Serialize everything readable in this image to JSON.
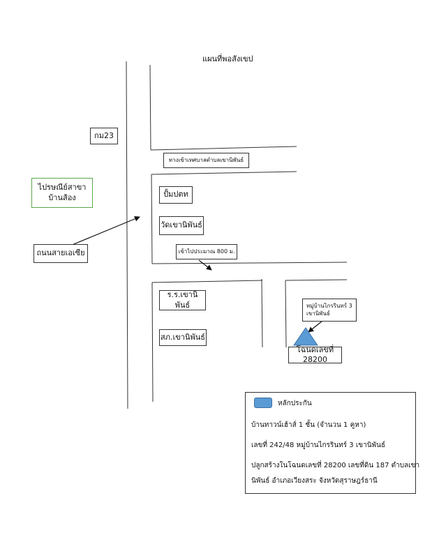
{
  "map": {
    "title": "แผนที่พอสังเขป",
    "labels": {
      "km23": "กม23",
      "post_office_line1": "ไปรษณีย์สาขา",
      "post_office_line2": "บ้านส้อง",
      "asian_highway": "ถนนสายเอเซีย",
      "municipality_entrance": "ทางเข้าเทศบาลตำบลเขานิพันธ์",
      "gas_station": "ปั้มปตท",
      "temple": "วัดเขานิพันธ์",
      "distance": "เข้าไปประมาณ 800 ม.",
      "school": "ร.ร.เขานิพันธ์",
      "health_station": "สภ.เขานิพันธ์",
      "village_line1": "หมู่บ้านไกรรินทร์ 3",
      "village_line2": "เขานิพันธ์",
      "title_deed": "โฉนดเลขที่ 28200"
    },
    "marker_color": "#5b9bd5"
  },
  "legend": {
    "collateral_label": "หลักประกัน",
    "line1": "บ้านทาวน์เฮ้าส์ 1 ชั้น (จำนวน 1 คูหา)",
    "line2": "เลขที่ 242/48 หมู่บ้านไกรรินทร์ 3 เขานิพันธ์",
    "line3": "ปลูกสร้างในโฉนดเลขที่ 28200  เลขที่ดิน 187 ตำบลเขา",
    "line4": "นิพันธ์ อำเภอเวียงสระ  จังหวัดสุราษฎร์ธานี"
  }
}
